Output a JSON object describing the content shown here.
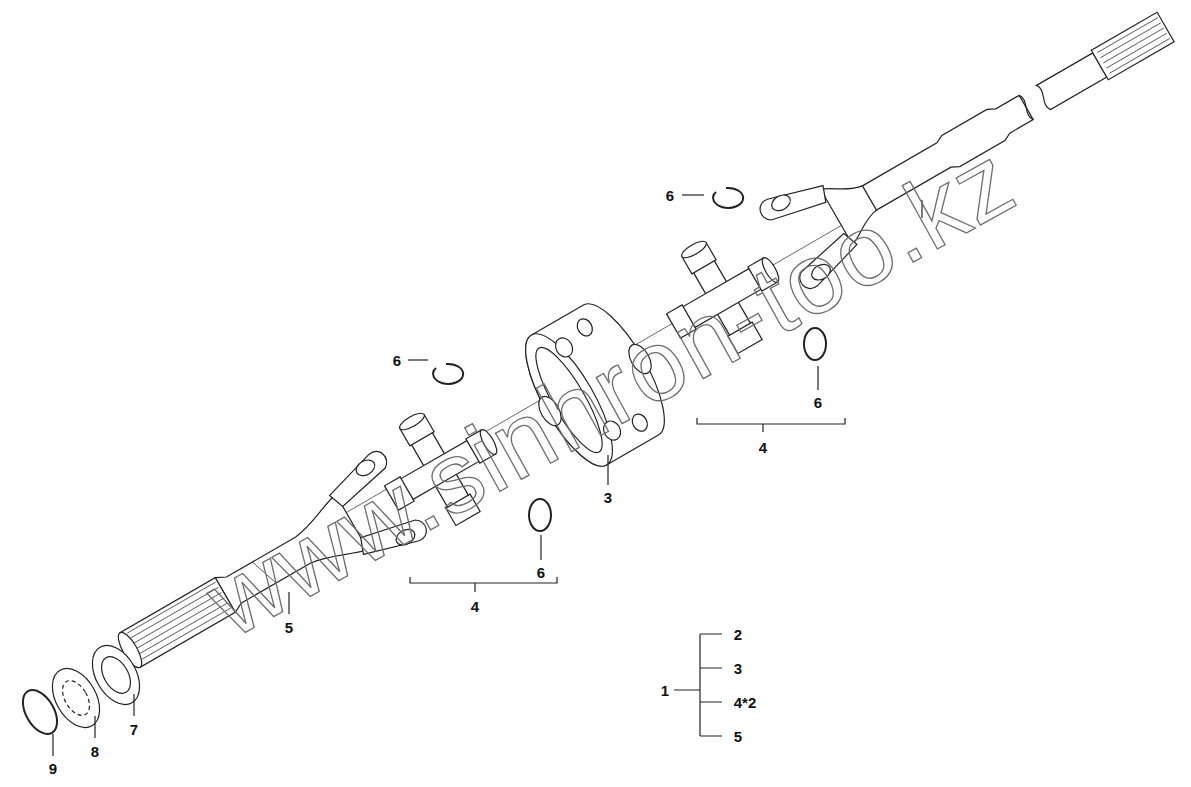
{
  "diagram": {
    "labels": [
      "6",
      "6",
      "3",
      "6",
      "4",
      "6",
      "4",
      "5",
      "2",
      "3",
      "1",
      "4*2",
      "5",
      "7",
      "8",
      "9",
      "www.sinhron-too.kz"
    ]
  }
}
